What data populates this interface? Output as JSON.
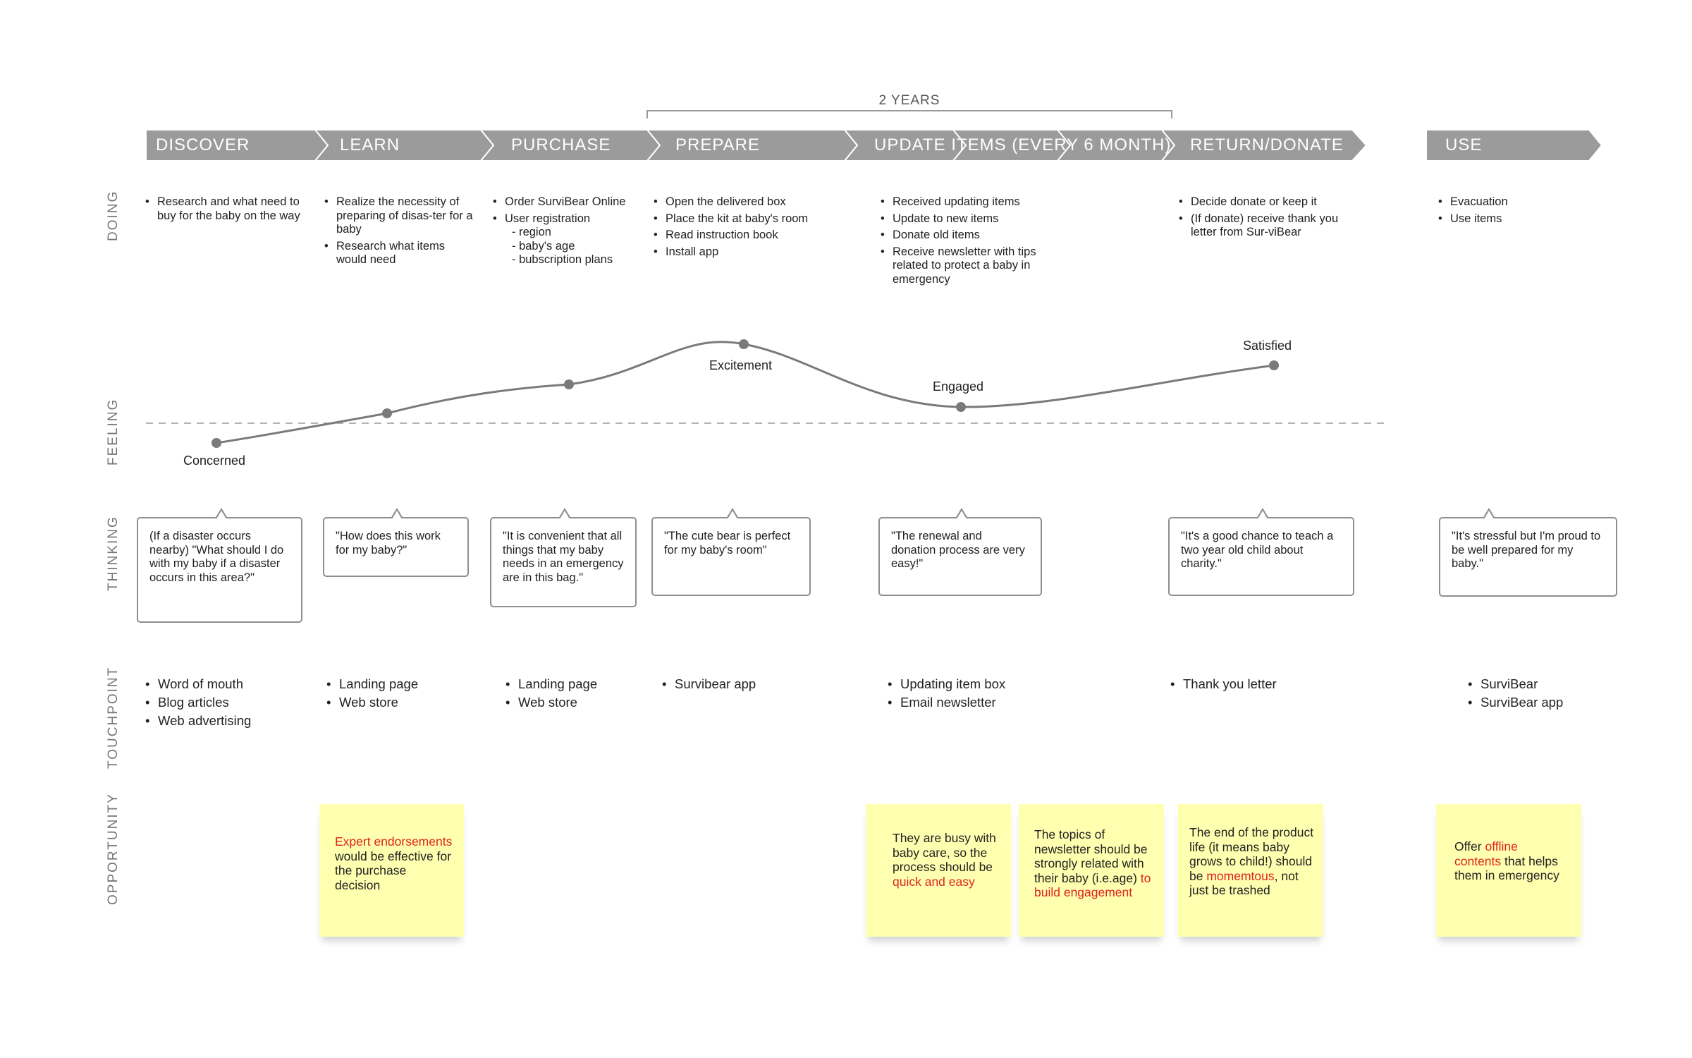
{
  "timeline": {
    "bracket_label": "2 YEARS"
  },
  "stages": [
    {
      "label": "DISCOVER"
    },
    {
      "label": "LEARN"
    },
    {
      "label": "PURCHASE"
    },
    {
      "label": "PREPARE"
    },
    {
      "label": "UPDATE ITEMS (EVERY 6 MONTH)"
    },
    {
      "label": "RETURN/DONATE"
    },
    {
      "label": "USE"
    }
  ],
  "row_labels": {
    "doing": "DOING",
    "feeling": "FEELING",
    "thinking": "THINKING",
    "touchpoint": "TOUCHPOINT",
    "opportunity": "OPPORTUNITY"
  },
  "doing": {
    "discover": [
      "Research and what need to buy for the baby on the way"
    ],
    "learn": [
      "Realize the necessity of preparing of disas-ter for a baby",
      "Research what items would need"
    ],
    "purchase": {
      "item1": "Order SurviBear Online",
      "item2": "User registration",
      "sub": [
        "- region",
        "- baby's age",
        "- bubscription plans"
      ]
    },
    "prepare": [
      "Open the delivered box",
      "Place the kit at baby's room",
      "Read instruction book",
      "Install app"
    ],
    "update": [
      "Received updating items",
      "Update to new items",
      "Donate old items",
      "Receive newsletter with tips related to protect a baby in emergency"
    ],
    "return": [
      "Decide donate or keep it",
      "(If donate) receive thank you letter from Sur-viBear"
    ],
    "use": [
      "Evacuation",
      "Use items"
    ]
  },
  "feeling": {
    "labels": {
      "concerned": "Concerned",
      "excitement": "Excitement",
      "engaged": "Engaged",
      "satisfied": "Satisfied"
    }
  },
  "thinking": {
    "discover": "(If a disaster occurs nearby) \"What should I do with my baby if a disaster occurs in this area?\"",
    "learn": "\"How does this work for my baby?\"",
    "purchase": "\"It is convenient that all things that my baby needs in an emergency are in this bag.\"",
    "prepare": "\"The cute bear is perfect for my baby's room\"",
    "update": "\"The renewal and donation process are very easy!\"",
    "return": "\"It's a good chance to teach a two year old child about charity.\"",
    "use": "\"It's stressful but I'm proud to be well prepared for my baby.\""
  },
  "touchpoint": {
    "discover": [
      "Word of mouth",
      "Blog articles",
      "Web advertising"
    ],
    "learn": [
      "Landing page",
      "Web store"
    ],
    "purchase": [
      "Landing page",
      "Web store"
    ],
    "prepare": [
      "Survibear app"
    ],
    "update": [
      "Updating item box",
      "Email newsletter"
    ],
    "return": [
      "Thank you letter"
    ],
    "use": [
      "SurviBear",
      "SurviBear app"
    ]
  },
  "opportunity": {
    "learn": {
      "red": "Expert endorsements",
      "rest": "would be effective for the purchase decision"
    },
    "update1": {
      "pre": "They are busy with baby care, so the process should be",
      "red": "quick and easy"
    },
    "update2": {
      "pre": "The topics of newsletter should be strongly related with their baby (i.e.age)",
      "red": "to build engagement"
    },
    "return": {
      "pre": "The end of the product life (it means baby grows to child!) should be",
      "red": "momemtous",
      "post": ", not just be trashed"
    },
    "use": {
      "pre": "Offer",
      "red": "offline contents",
      "post": "that helps them in emergency"
    }
  },
  "colors": {
    "chevron": "#9b9b9b",
    "chevron_text": "#ffffff",
    "curve": "#7a7a7a",
    "sticky": "#ffffb0",
    "highlight": "#e0231f"
  }
}
